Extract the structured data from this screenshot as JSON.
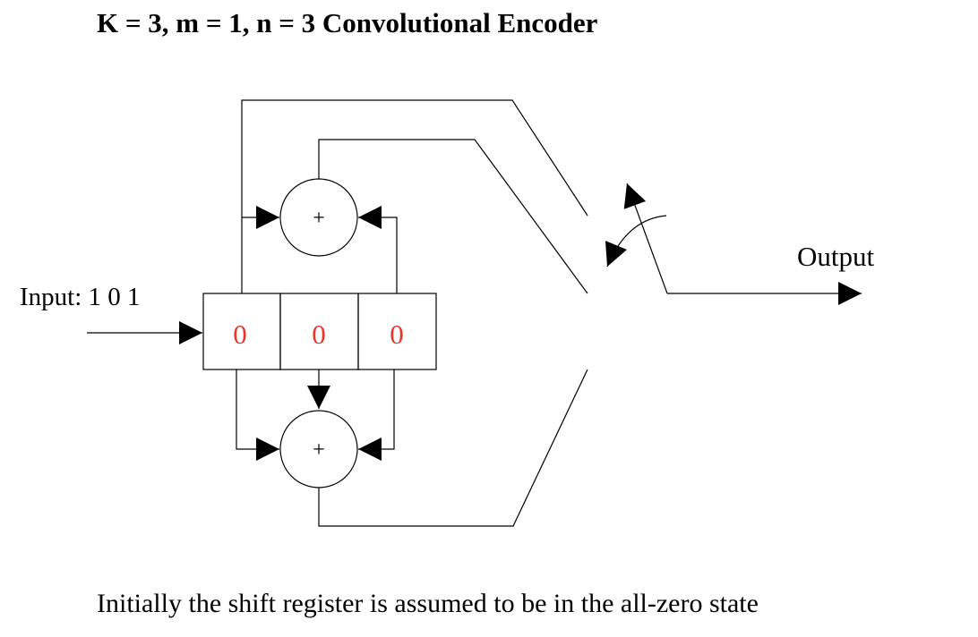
{
  "title": "K = 3, m = 1, n = 3 Convolutional Encoder",
  "input_label": "Input: 1 0 1",
  "output_label": "Output",
  "register": {
    "cells": [
      "0",
      "0",
      "0"
    ],
    "cell_color": "#e8352a"
  },
  "adders": {
    "top_symbol": "+",
    "bottom_symbol": "+"
  },
  "caption": "Initially the shift register is assumed to be in the all-zero state"
}
